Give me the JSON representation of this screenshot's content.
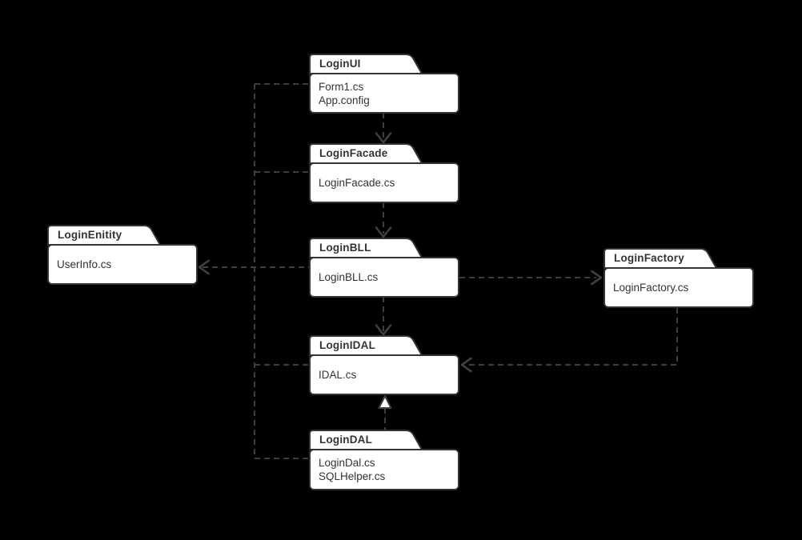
{
  "diagram_type": "uml-package-dependency-diagram",
  "colors": {
    "background": "#000000",
    "package_fill": "#ffffff",
    "package_border": "#333333",
    "edge": "#3f3f3f",
    "text": "#333333"
  },
  "packages": [
    {
      "name": "LoginUI",
      "files": [
        "Form1.cs",
        "App.config"
      ]
    },
    {
      "name": "LoginFacade",
      "files": [
        "LoginFacade.cs"
      ]
    },
    {
      "name": "LoginBLL",
      "files": [
        "LoginBLL.cs"
      ]
    },
    {
      "name": "LoginIDAL",
      "files": [
        "IDAL.cs"
      ]
    },
    {
      "name": "LoginDAL",
      "files": [
        "LoginDal.cs",
        "SQLHelper.cs"
      ]
    },
    {
      "name": "LoginEnitity",
      "files": [
        "UserInfo.cs"
      ]
    },
    {
      "name": "LoginFactory",
      "files": [
        "LoginFactory.cs"
      ]
    }
  ],
  "edges": [
    {
      "from": "LoginUI",
      "to": "LoginFacade",
      "style": "dashed",
      "head": "open"
    },
    {
      "from": "LoginFacade",
      "to": "LoginBLL",
      "style": "dashed",
      "head": "open"
    },
    {
      "from": "LoginBLL",
      "to": "LoginIDAL",
      "style": "dashed",
      "head": "open"
    },
    {
      "from": "LoginBLL",
      "to": "LoginFactory",
      "style": "dashed",
      "head": "open"
    },
    {
      "from": "LoginFactory",
      "to": "LoginIDAL",
      "style": "dashed",
      "head": "open"
    },
    {
      "from": "LoginDAL",
      "to": "LoginIDAL",
      "style": "dashed",
      "head": "hollow-triangle"
    },
    {
      "from": "LoginUI",
      "to": "LoginEnitity",
      "style": "dashed",
      "head": "open"
    },
    {
      "from": "LoginFacade",
      "to": "LoginEnitity",
      "style": "dashed",
      "head": "open"
    },
    {
      "from": "LoginBLL",
      "to": "LoginEnitity",
      "style": "dashed",
      "head": "open"
    },
    {
      "from": "LoginIDAL",
      "to": "LoginEnitity",
      "style": "dashed",
      "head": "open"
    },
    {
      "from": "LoginDAL",
      "to": "LoginEnitity",
      "style": "dashed",
      "head": "open"
    }
  ]
}
